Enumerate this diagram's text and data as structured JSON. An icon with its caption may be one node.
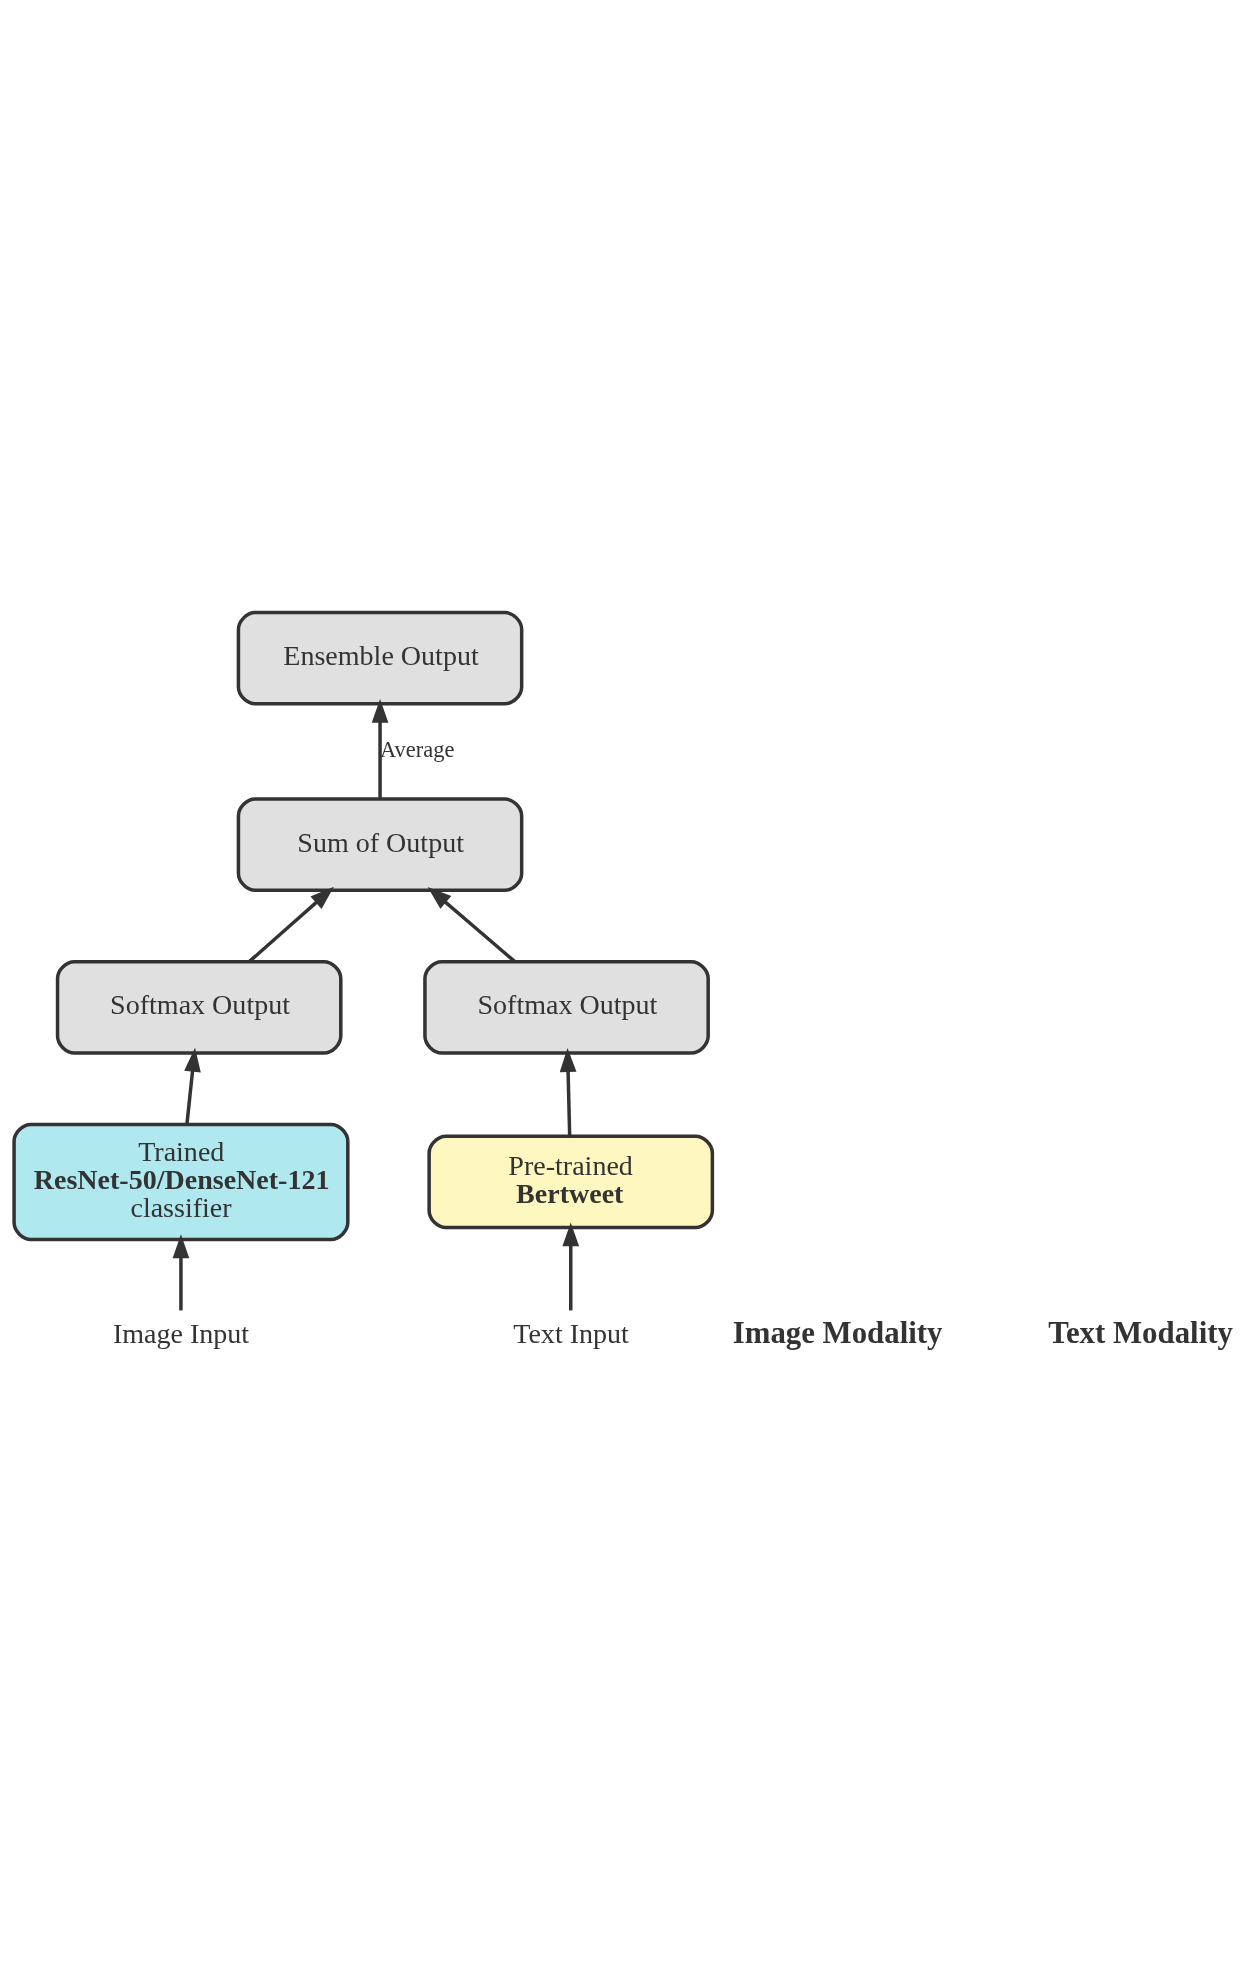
{
  "diagram": {
    "nodes": [
      {
        "text": [
          "Ensemble Output"
        ]
      },
      {
        "text": [
          "Sum of Output"
        ]
      },
      {
        "text": [
          "Softmax Output"
        ]
      },
      {
        "text": [
          "Softmax Output"
        ]
      },
      {
        "text": [
          "Trained **ResNet-50/DenseNet-121** classifier"
        ]
      },
      {
        "text": [
          "Pre-trained **Bertweet**"
        ]
      },
      {
        "text": [
          "Image Input"
        ]
      },
      {
        "text": [
          "Text Input"
        ]
      }
    ],
    "edges": [
      {
        "from": 1,
        "to": 0,
        "arrow": "to",
        "label": "Average"
      },
      {
        "from": 2,
        "to": 1,
        "arrow": "to"
      },
      {
        "from": 3,
        "to": 1,
        "arrow": "to"
      },
      {
        "from": 4,
        "to": 2,
        "arrow": "to"
      },
      {
        "from": 5,
        "to": 3,
        "arrow": "to"
      },
      {
        "from": 6,
        "to": 4,
        "arrow": "to"
      },
      {
        "from": 7,
        "to": 5,
        "arrow": "to"
      }
    ],
    "labels": [
      "Image Modality",
      "Text Modality"
    ]
  }
}
